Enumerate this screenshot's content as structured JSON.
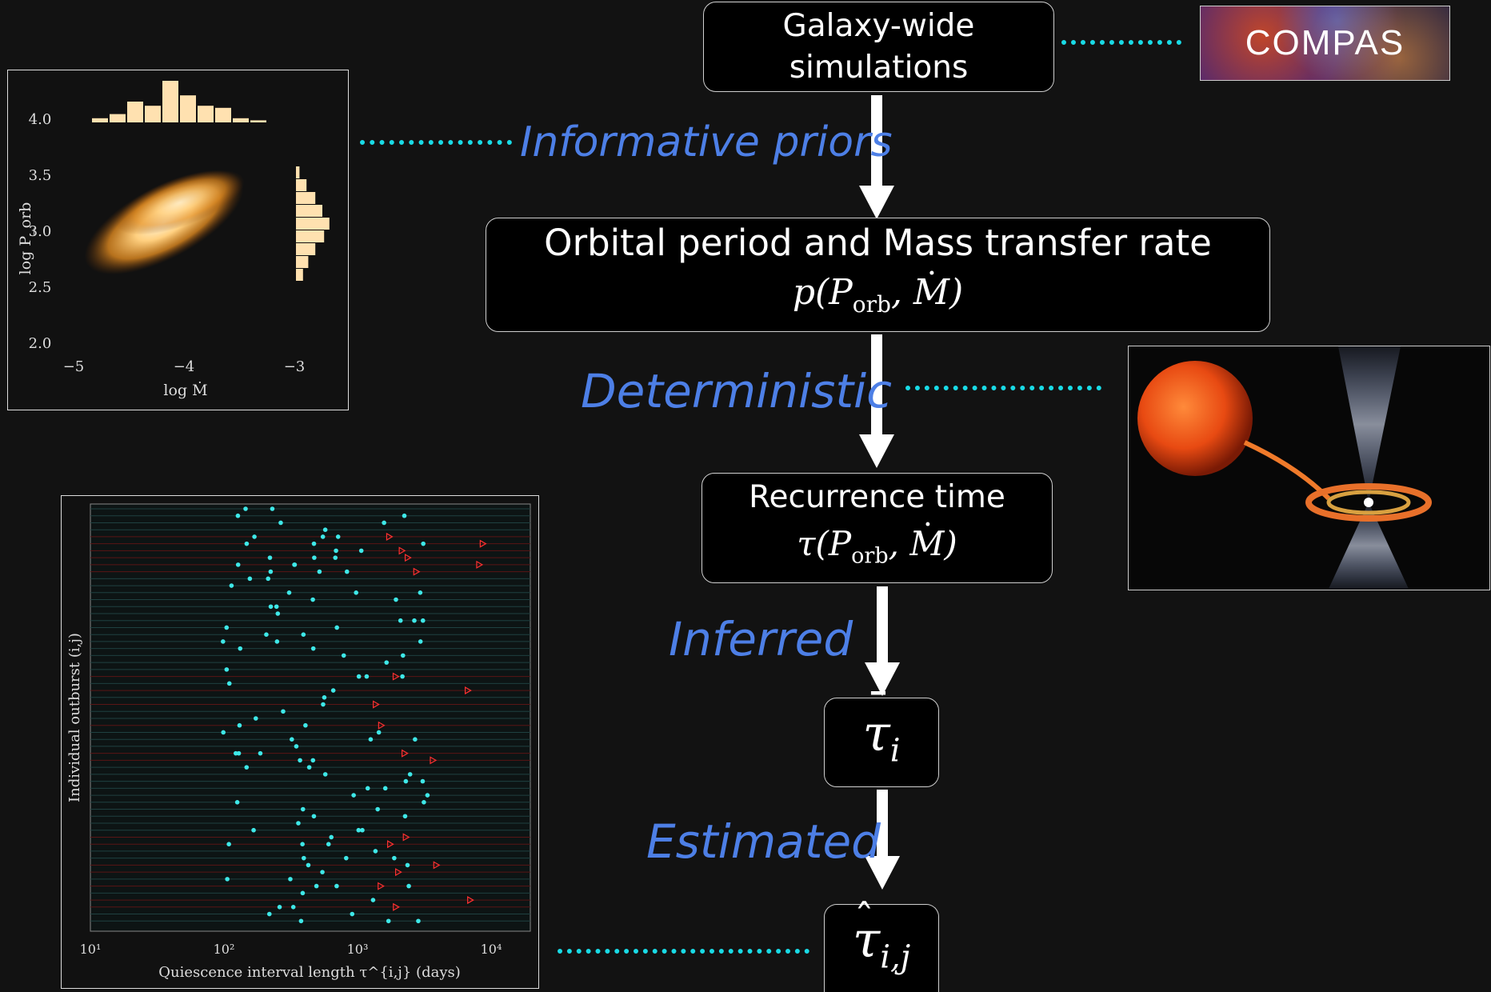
{
  "boxes": {
    "galaxy_line1": "Galaxy-wide",
    "galaxy_line2": "simulations",
    "orbital_line1": "Orbital period and Mass transfer rate",
    "orbital_formula": "p(P_orb, Ṁ)",
    "recurrence_line1": "Recurrence time",
    "recurrence_formula": "τ(P_orb, Ṁ)",
    "tau_bar": "τ̄_i",
    "tau_hat": "τ̂_{i,j}"
  },
  "labels": {
    "informative_priors": "Informative priors",
    "deterministic": "Deterministic",
    "inferred": "Inferred",
    "estimated": "Estimated"
  },
  "logo": {
    "text": "COMPAS"
  },
  "colors": {
    "label_blue": "#4d7fe6",
    "dotted_cyan": "#19dbe6",
    "box_bg": "#000000",
    "page_bg": "#121212"
  },
  "kde_plot": {
    "xlabel": "log Ṁ",
    "ylabel": "log P_orb",
    "xticks": [
      "−5",
      "−4",
      "−3"
    ],
    "yticks": [
      "4.0",
      "3.5",
      "3.0",
      "2.5",
      "2.0"
    ],
    "top_hist": [
      0.1,
      0.2,
      0.5,
      0.4,
      1.0,
      0.65,
      0.4,
      0.35,
      0.1,
      0.05
    ],
    "right_hist": [
      0.1,
      0.3,
      0.55,
      0.75,
      0.95,
      0.8,
      0.55,
      0.35,
      0.2
    ],
    "chart_data": {
      "type": "heatmap",
      "xlim": [
        -5,
        -2.7
      ],
      "ylim": [
        2.0,
        4.2
      ]
    }
  },
  "outburst_plot": {
    "xlabel": "Quiescence interval length τ^{i,j} (days)",
    "ylabel": "Individual outburst (i,j)",
    "xticks": [
      "10¹",
      "10²",
      "10³",
      "10⁴"
    ],
    "chart_data": {
      "type": "scatter",
      "x_scale": "log",
      "xlim": [
        10,
        20000
      ]
    }
  }
}
